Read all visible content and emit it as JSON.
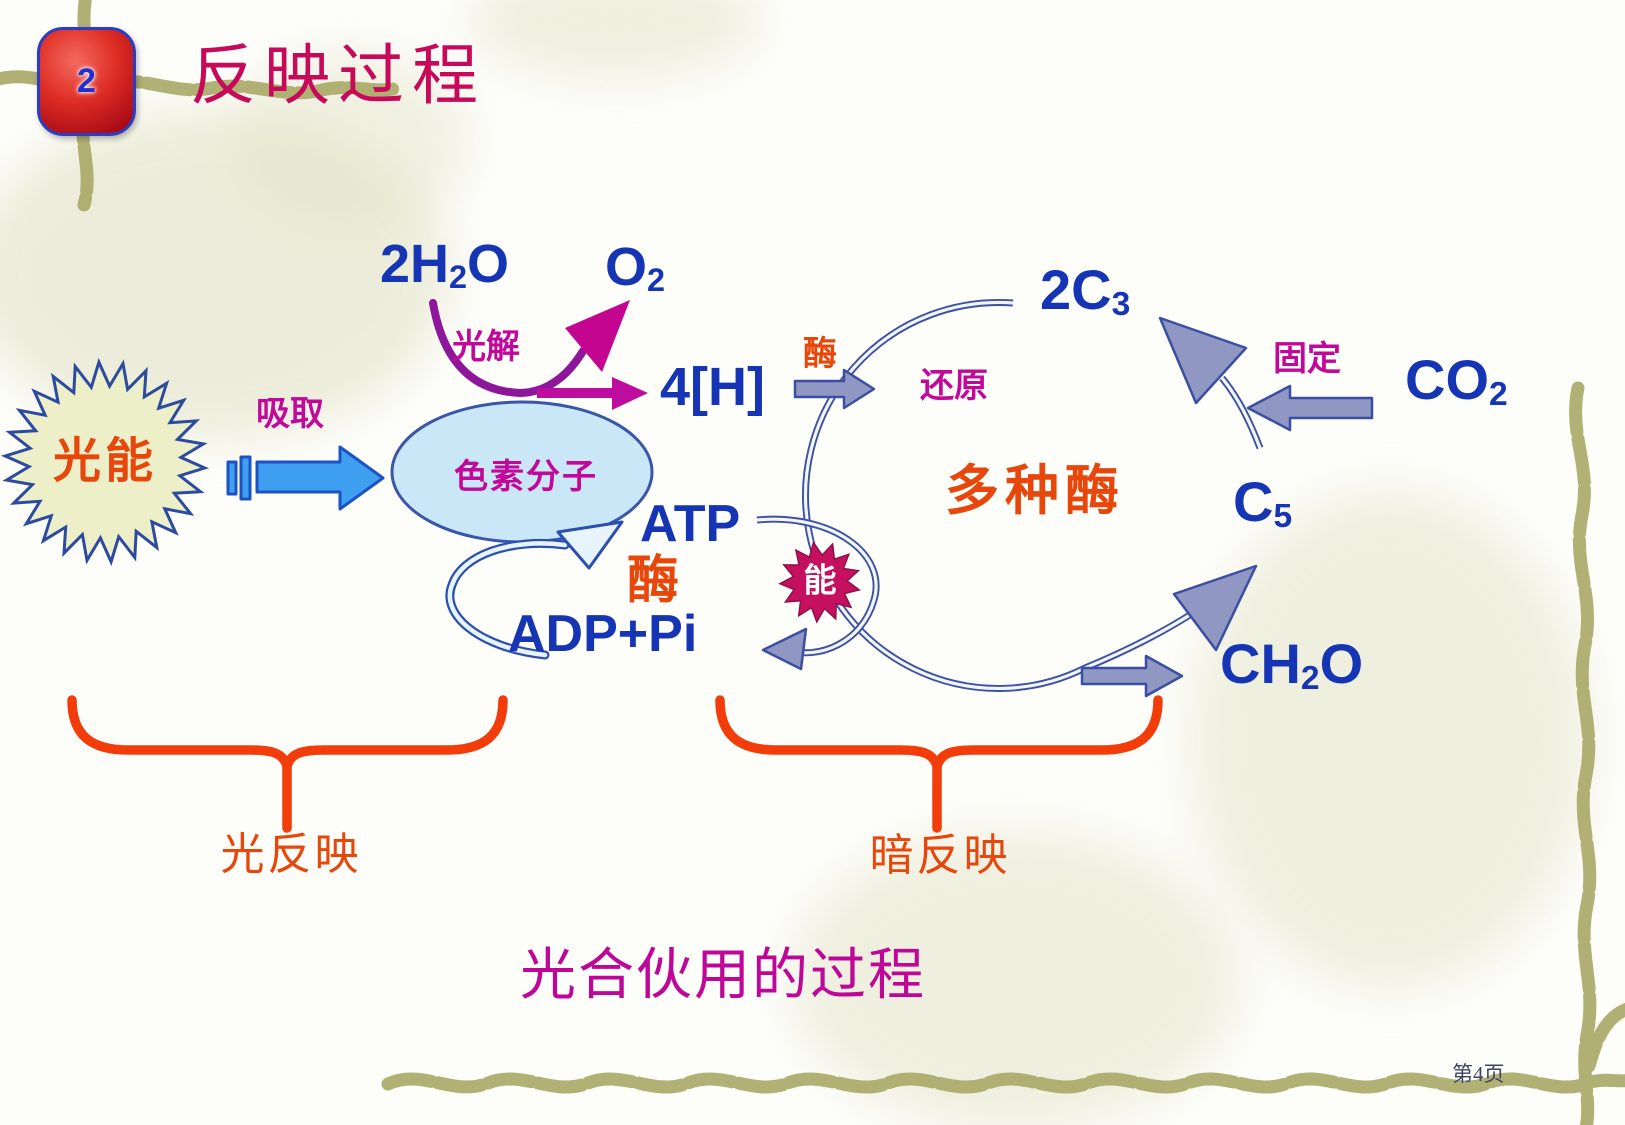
{
  "slide": {
    "badge_number": "2",
    "title": "反映过程",
    "caption": "光合伙用的过程",
    "page_number": "第4页"
  },
  "labels": {
    "light_energy": "光能",
    "absorb": "吸取",
    "photolysis": "光解",
    "pigment_molecule": "色素分子",
    "enzyme": "酶",
    "reduction": "还原",
    "fixation": "固定",
    "multiple_enzymes": "多种酶",
    "energy": "能",
    "light_reaction": "光反映",
    "dark_reaction": "暗反映"
  },
  "formulas": {
    "water": {
      "p1": "2H",
      "sub": "2",
      "p2": "O"
    },
    "oxygen": {
      "p1": "O",
      "sub": "2"
    },
    "hydrogen": "4[H]",
    "atp": "ATP",
    "adp": "ADP+Pi",
    "c3": {
      "p1": "2C",
      "sub": "3"
    },
    "c5": {
      "p1": "C",
      "sub": "5"
    },
    "co2": {
      "p1": "CO",
      "sub": "2"
    },
    "ch2o": {
      "p1": "CH",
      "sub": "2",
      "p2": "O"
    }
  },
  "colors": {
    "title_pink": "#c8095a",
    "formula_blue": "#1535b5",
    "label_magenta": "#c2079b",
    "enzyme_orange": "#e8470b",
    "brace_orange": "#f23d0a",
    "arrow_gray": "#8f97c2",
    "arrow_blue_fill": "#3f9ff0",
    "vine_olive": "#a6a663",
    "ellipse_fill": "#cae7f7",
    "starburst_fill": "#edefc8",
    "energy_star_fill": "#c5105f"
  }
}
